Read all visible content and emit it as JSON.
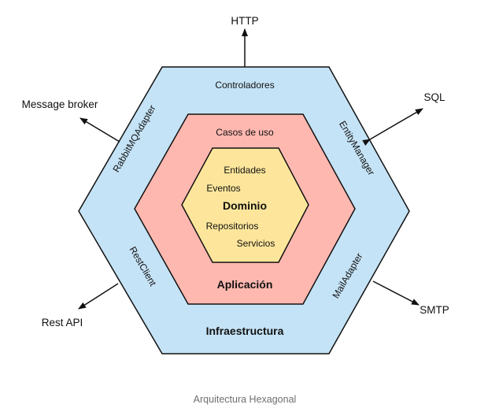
{
  "diagram": {
    "layers": {
      "outer": {
        "title": "Infraestructura",
        "fill": "#c5e3f6"
      },
      "middle": {
        "title": "Aplicación",
        "fill": "#ffb8b0"
      },
      "inner": {
        "title": "Dominio",
        "fill": "#fde69b"
      }
    },
    "outer_labels": {
      "top": "Controladores",
      "upper_left": "RabbitMQAdapter",
      "upper_right": "EntityManager",
      "lower_left": "RestClient",
      "lower_right": "MailAdapter"
    },
    "middle_labels": {
      "top": "Casos de uso"
    },
    "inner_labels": {
      "entidades": "Entidades",
      "eventos": "Eventos",
      "repositorios": "Repositorios",
      "servicios": "Servicios"
    },
    "external": {
      "http": "HTTP",
      "message_broker": "Message broker",
      "sql": "SQL",
      "rest_api": "Rest API",
      "smtp": "SMTP"
    },
    "stroke_color": "#111111"
  },
  "caption": "Arquitectura Hexagonal"
}
